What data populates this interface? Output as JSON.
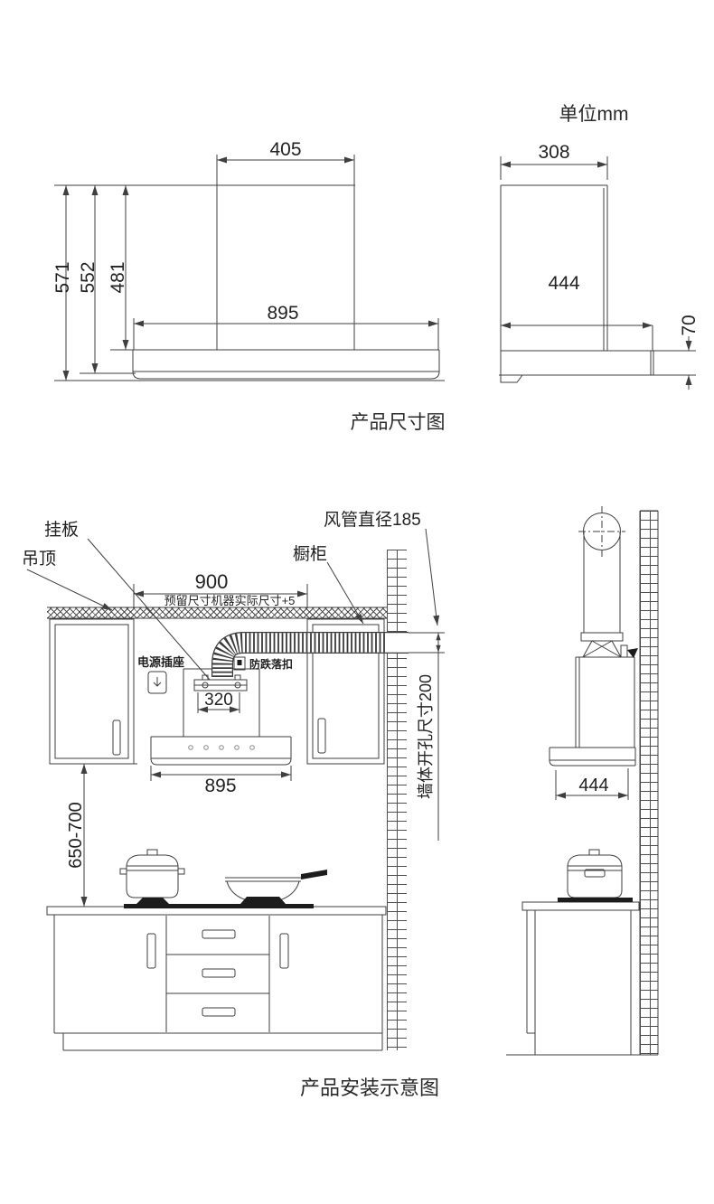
{
  "unit_label": "单位mm",
  "size_diagram": {
    "caption": "产品尺寸图",
    "front_view": {
      "chimney_width": "405",
      "body_width": "895",
      "total_height": "571",
      "mid_height": "552",
      "body_top_height": "481"
    },
    "side_view": {
      "top_depth": "308",
      "base_depth": "444",
      "base_height": "70"
    }
  },
  "install_diagram": {
    "caption": "产品安装示意图",
    "labels": {
      "ceiling": "吊顶",
      "hanging_plate": "挂板",
      "duct_diameter": "风管直径185",
      "wall_cabinet": "橱柜",
      "power_socket": "电源插座",
      "anti_fall_buckle": "防跌落扣",
      "wall_opening": "墙体开孔尺寸200"
    },
    "dims": {
      "clearance_width": "900",
      "clearance_note": "预留尺寸机器实际尺寸+5",
      "plate_spacing": "320",
      "hood_width": "895",
      "install_height": "650-700",
      "hood_depth": "444"
    }
  },
  "icons": {
    "power_socket_icon": "socket-with-down-arrow",
    "anti_fall_buckle_icon": "buckle-latch-square",
    "hood_control_icons": "control-buttons-row"
  }
}
